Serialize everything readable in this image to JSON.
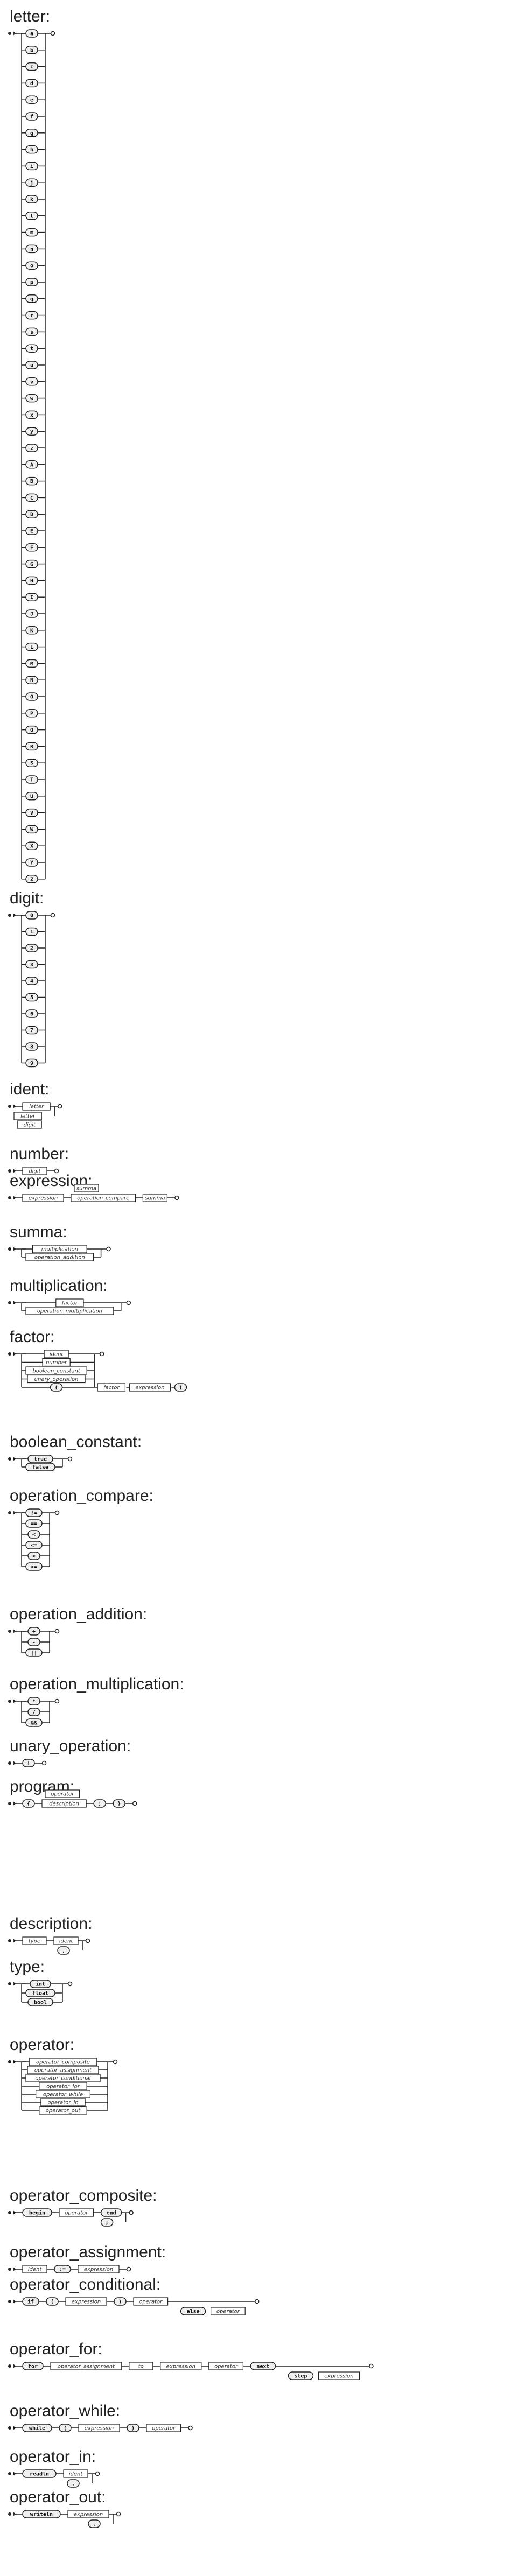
{
  "sections": [
    {
      "title": "letter:",
      "kind": "stack",
      "items": [
        {
          "t": "a",
          "k": "t"
        },
        {
          "t": "b",
          "k": "t"
        },
        {
          "t": "c",
          "k": "t"
        },
        {
          "t": "d",
          "k": "t"
        },
        {
          "t": "e",
          "k": "t"
        },
        {
          "t": "f",
          "k": "t"
        },
        {
          "t": "g",
          "k": "t"
        },
        {
          "t": "h",
          "k": "t"
        },
        {
          "t": "i",
          "k": "t"
        },
        {
          "t": "j",
          "k": "t"
        },
        {
          "t": "k",
          "k": "t"
        },
        {
          "t": "l",
          "k": "t"
        },
        {
          "t": "m",
          "k": "t"
        },
        {
          "t": "n",
          "k": "t"
        },
        {
          "t": "o",
          "k": "t"
        },
        {
          "t": "p",
          "k": "t"
        },
        {
          "t": "q",
          "k": "t"
        },
        {
          "t": "r",
          "k": "t"
        },
        {
          "t": "s",
          "k": "t"
        },
        {
          "t": "t",
          "k": "t"
        },
        {
          "t": "u",
          "k": "t"
        },
        {
          "t": "v",
          "k": "t"
        },
        {
          "t": "w",
          "k": "t"
        },
        {
          "t": "x",
          "k": "t"
        },
        {
          "t": "y",
          "k": "t"
        },
        {
          "t": "z",
          "k": "t"
        },
        {
          "t": "A",
          "k": "t"
        },
        {
          "t": "B",
          "k": "t"
        },
        {
          "t": "C",
          "k": "t"
        },
        {
          "t": "D",
          "k": "t"
        },
        {
          "t": "E",
          "k": "t"
        },
        {
          "t": "F",
          "k": "t"
        },
        {
          "t": "G",
          "k": "t"
        },
        {
          "t": "H",
          "k": "t"
        },
        {
          "t": "I",
          "k": "t"
        },
        {
          "t": "J",
          "k": "t"
        },
        {
          "t": "K",
          "k": "t"
        },
        {
          "t": "L",
          "k": "t"
        },
        {
          "t": "M",
          "k": "t"
        },
        {
          "t": "N",
          "k": "t"
        },
        {
          "t": "O",
          "k": "t"
        },
        {
          "t": "P",
          "k": "t"
        },
        {
          "t": "Q",
          "k": "t"
        },
        {
          "t": "R",
          "k": "t"
        },
        {
          "t": "S",
          "k": "t"
        },
        {
          "t": "T",
          "k": "t"
        },
        {
          "t": "U",
          "k": "t"
        },
        {
          "t": "V",
          "k": "t"
        },
        {
          "t": "W",
          "k": "t"
        },
        {
          "t": "X",
          "k": "t"
        },
        {
          "t": "Y",
          "k": "t"
        },
        {
          "t": "Z",
          "k": "t"
        }
      ]
    },
    {
      "title": "digit:",
      "kind": "stack",
      "items": [
        {
          "t": "0",
          "k": "t"
        },
        {
          "t": "1",
          "k": "t"
        },
        {
          "t": "2",
          "k": "t"
        },
        {
          "t": "3",
          "k": "t"
        },
        {
          "t": "4",
          "k": "t"
        },
        {
          "t": "5",
          "k": "t"
        },
        {
          "t": "6",
          "k": "t"
        },
        {
          "t": "7",
          "k": "t"
        },
        {
          "t": "8",
          "k": "t"
        },
        {
          "t": "9",
          "k": "t"
        }
      ]
    },
    {
      "title": "ident:",
      "kind": "seq",
      "items": [
        {
          "t": "letter",
          "k": "n"
        }
      ],
      "loop": [
        {
          "t": "letter",
          "k": "n"
        },
        {
          "t": "digit",
          "k": "n"
        }
      ]
    },
    {
      "title": "number:",
      "kind": "seq",
      "items": [
        {
          "t": "digit",
          "k": "n"
        }
      ]
    },
    {
      "title": "expression:",
      "kind": "seq",
      "items": [
        {
          "t": "expression",
          "k": "n"
        },
        {
          "t": "operation_compare",
          "k": "n"
        },
        {
          "t": "summa",
          "k": "n"
        }
      ],
      "alt": [
        {
          "t": "summa",
          "k": "n"
        }
      ]
    },
    {
      "title": "summa:",
      "kind": "stack",
      "items": [
        {
          "t": "multiplication",
          "k": "n"
        },
        {
          "t": "operation_addition",
          "k": "n"
        }
      ]
    },
    {
      "title": "multiplication:",
      "kind": "stack",
      "items": [
        {
          "t": "factor",
          "k": "n"
        },
        {
          "t": "operation_multiplication",
          "k": "n"
        }
      ]
    },
    {
      "title": "factor:",
      "kind": "stack",
      "items": [
        {
          "t": "ident",
          "k": "n"
        },
        {
          "t": "number",
          "k": "n"
        },
        {
          "t": "boolean_constant",
          "k": "n"
        },
        {
          "t": "unary_operation",
          "k": "n"
        },
        {
          "t": "(",
          "k": "t"
        }
      ],
      "extra": [
        {
          "t": "factor",
          "k": "n"
        },
        {
          "t": "expression",
          "k": "n"
        },
        {
          "t": ")",
          "k": "t"
        }
      ]
    },
    {
      "title": "boolean_constant:",
      "kind": "stack",
      "items": [
        {
          "t": "true",
          "k": "t"
        },
        {
          "t": "false",
          "k": "t"
        }
      ]
    },
    {
      "title": "operation_compare:",
      "kind": "stack",
      "items": [
        {
          "t": "!=",
          "k": "t"
        },
        {
          "t": "==",
          "k": "t"
        },
        {
          "t": "<",
          "k": "t"
        },
        {
          "t": "<=",
          "k": "t"
        },
        {
          "t": ">",
          "k": "t"
        },
        {
          "t": ">=",
          "k": "t"
        }
      ]
    },
    {
      "title": "operation_addition:",
      "kind": "stack",
      "items": [
        {
          "t": "+",
          "k": "t"
        },
        {
          "t": "-",
          "k": "t"
        },
        {
          "t": "||",
          "k": "t"
        }
      ]
    },
    {
      "title": "operation_multiplication:",
      "kind": "stack",
      "items": [
        {
          "t": "*",
          "k": "t"
        },
        {
          "t": "/",
          "k": "t"
        },
        {
          "t": "&&",
          "k": "t"
        }
      ]
    },
    {
      "title": "unary_operation:",
      "kind": "seq",
      "items": [
        {
          "t": "!",
          "k": "t"
        }
      ]
    },
    {
      "title": "program:",
      "kind": "seq",
      "items": [
        {
          "t": "{",
          "k": "t"
        },
        {
          "t": "description",
          "k": "n"
        },
        {
          "t": ";",
          "k": "t"
        },
        {
          "t": "}",
          "k": "t"
        }
      ],
      "alt": [
        {
          "t": "operator",
          "k": "n"
        }
      ]
    },
    {
      "title": "description:",
      "kind": "seq",
      "items": [
        {
          "t": "type",
          "k": "n"
        },
        {
          "t": "ident",
          "k": "n"
        }
      ],
      "loop": [
        {
          "t": ",",
          "k": "t"
        }
      ]
    },
    {
      "title": "type:",
      "kind": "stack",
      "items": [
        {
          "t": "int",
          "k": "t"
        },
        {
          "t": "float",
          "k": "t"
        },
        {
          "t": "bool",
          "k": "t"
        }
      ]
    },
    {
      "title": "operator:",
      "kind": "stack",
      "items": [
        {
          "t": "operator_composite",
          "k": "n"
        },
        {
          "t": "operator_assignment",
          "k": "n"
        },
        {
          "t": "operator_conditional",
          "k": "n"
        },
        {
          "t": "operator_for",
          "k": "n"
        },
        {
          "t": "operator_while",
          "k": "n"
        },
        {
          "t": "operator_in",
          "k": "n"
        },
        {
          "t": "operator_out",
          "k": "n"
        }
      ]
    },
    {
      "title": "operator_composite:",
      "kind": "seq",
      "items": [
        {
          "t": "begin",
          "k": "t"
        },
        {
          "t": "operator",
          "k": "n"
        },
        {
          "t": "end",
          "k": "t"
        }
      ],
      "loop": [
        {
          "t": ";",
          "k": "t"
        }
      ]
    },
    {
      "title": "operator_assignment:",
      "kind": "seq",
      "items": [
        {
          "t": "ident",
          "k": "n"
        },
        {
          "t": ":=",
          "k": "t"
        },
        {
          "t": "expression",
          "k": "n"
        }
      ]
    },
    {
      "title": "operator_conditional:",
      "kind": "seq",
      "items": [
        {
          "t": "if",
          "k": "t"
        },
        {
          "t": "(",
          "k": "t"
        },
        {
          "t": "expression",
          "k": "n"
        },
        {
          "t": ")",
          "k": "t"
        },
        {
          "t": "operator",
          "k": "n"
        }
      ],
      "opt": [
        {
          "t": "else",
          "k": "t"
        },
        {
          "t": "operator",
          "k": "n"
        }
      ]
    },
    {
      "title": "operator_for:",
      "kind": "seq",
      "items": [
        {
          "t": "for",
          "k": "t"
        },
        {
          "t": "operator_assignment",
          "k": "n"
        },
        {
          "t": "to",
          "k": "n"
        },
        {
          "t": "expression",
          "k": "n"
        },
        {
          "t": "operator",
          "k": "n"
        },
        {
          "t": "next",
          "k": "t"
        }
      ],
      "opt": [
        {
          "t": "step",
          "k": "t"
        },
        {
          "t": "expression",
          "k": "n"
        }
      ]
    },
    {
      "title": "operator_while:",
      "kind": "seq",
      "items": [
        {
          "t": "while",
          "k": "t"
        },
        {
          "t": "(",
          "k": "t"
        },
        {
          "t": "expression",
          "k": "n"
        },
        {
          "t": ")",
          "k": "t"
        },
        {
          "t": "operator",
          "k": "n"
        }
      ]
    },
    {
      "title": "operator_in:",
      "kind": "seq",
      "items": [
        {
          "t": "readln",
          "k": "t"
        },
        {
          "t": "ident",
          "k": "n"
        }
      ],
      "loop": [
        {
          "t": ",",
          "k": "t"
        }
      ]
    },
    {
      "title": "operator_out:",
      "kind": "seq",
      "items": [
        {
          "t": "writeln",
          "k": "t"
        },
        {
          "t": "expression",
          "k": "n"
        }
      ],
      "loop": [
        {
          "t": ",",
          "k": "t"
        }
      ]
    }
  ]
}
